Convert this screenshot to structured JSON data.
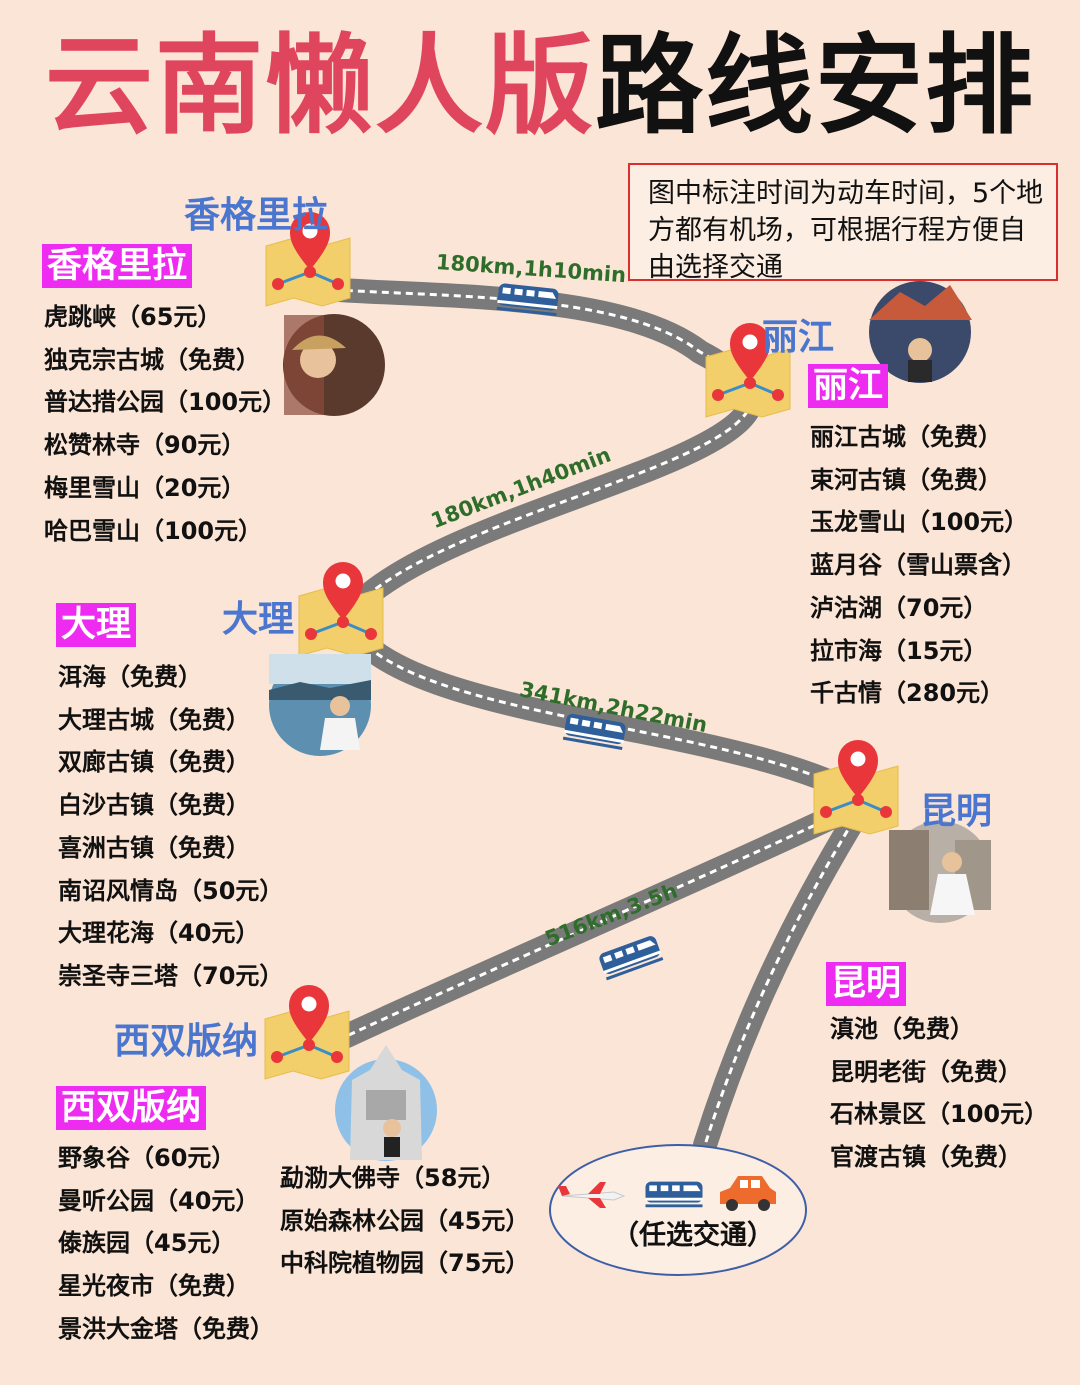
{
  "title": {
    "part1": "云南懒人版",
    "part2": "路线安排"
  },
  "note": "图中标注时间为动车时间，5个地方都有机场，可根据行程方便自由选择交通",
  "cities": {
    "shangrila": {
      "map_label": "香格里拉",
      "tag": "香格里拉",
      "attractions": [
        "虎跳峡（65元）",
        "独克宗古城（免费）",
        "普达措公园（100元）",
        "松赞林寺（90元）",
        "梅里雪山（20元）",
        "哈巴雪山（100元）"
      ]
    },
    "lijiang": {
      "map_label": "丽江",
      "tag": "丽江",
      "attractions": [
        "丽江古城（免费）",
        "束河古镇（免费）",
        "玉龙雪山（100元）",
        "蓝月谷（雪山票含）",
        "泸沽湖（70元）",
        "拉市海（15元）",
        "千古情（280元）"
      ]
    },
    "dali": {
      "map_label": "大理",
      "tag": "大理",
      "attractions": [
        "洱海（免费）",
        "大理古城（免费）",
        "双廊古镇（免费）",
        "白沙古镇（免费）",
        "喜洲古镇（免费）",
        "南诏风情岛（50元）",
        "大理花海（40元）",
        "崇圣寺三塔（70元）"
      ]
    },
    "kunming": {
      "map_label": "昆明",
      "tag": "昆明",
      "attractions": [
        "滇池（免费）",
        "昆明老街（免费）",
        "石林景区（100元）",
        "官渡古镇（免费）"
      ]
    },
    "xishuangbanna": {
      "map_label": "西双版纳",
      "tag": "西双版纳",
      "attractions_col1": [
        "野象谷（60元）",
        "曼听公园（40元）",
        "傣族园（45元）",
        "星光夜市（免费）",
        "景洪大金塔（免费）"
      ],
      "attractions_col2": [
        "勐泐大佛寺（58元）",
        "原始森林公园（45元）",
        "中科院植物园（75元）"
      ]
    }
  },
  "routes": [
    {
      "from": "香格里拉",
      "to": "丽江",
      "label": "180km,1h10min"
    },
    {
      "from": "丽江",
      "to": "大理",
      "label": "180km,1h40min"
    },
    {
      "from": "大理",
      "to": "昆明",
      "label": "341km,2h22min"
    },
    {
      "from": "昆明",
      "to": "西双版纳",
      "label": "516km,3.5h"
    }
  ],
  "transport": {
    "label": "（任选交通）",
    "icons": [
      "airplane-icon",
      "train-icon",
      "car-icon"
    ]
  },
  "colors": {
    "title_red": "#e0455e",
    "city_blue": "#4a76d0",
    "tag_magenta": "#ee2bf0",
    "road_gray": "#7a7a7a",
    "pin_red": "#e8363a",
    "map_yellow": "#f2cf6b",
    "distance_green": "#2f6e2a"
  }
}
